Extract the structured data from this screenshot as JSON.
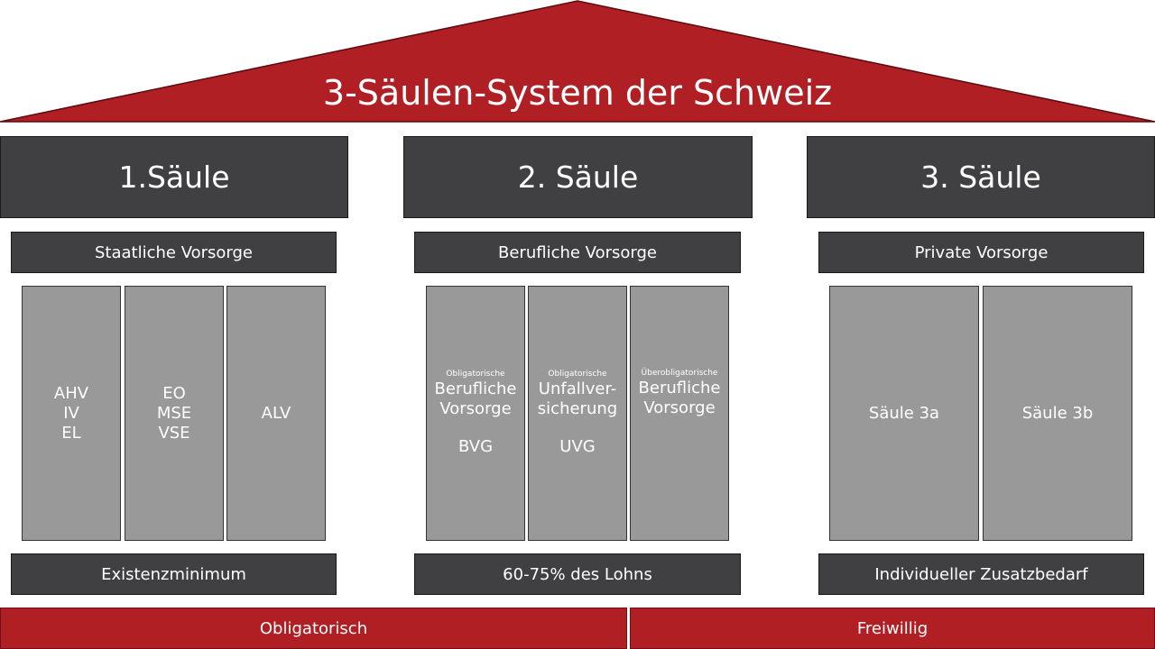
{
  "title": "3-Säulen-System der Schweiz",
  "colors": {
    "red": "#b01f24",
    "dark": "#404042",
    "grey": "#999999"
  },
  "pillars": [
    {
      "name": "1.Säule",
      "subtitle": "Staatliche Vorsorge",
      "columns": [
        {
          "lines": [
            "AHV",
            "IV",
            "EL"
          ]
        },
        {
          "lines": [
            "EO",
            "MSE",
            "VSE"
          ]
        },
        {
          "lines": [
            "ALV"
          ]
        }
      ],
      "footer": "Existenzminimum"
    },
    {
      "name": "2. Säule",
      "subtitle": "Berufliche Vorsorge",
      "columns": [
        {
          "small": "Obligatorische",
          "lines": [
            "Berufliche",
            "Vorsorge"
          ],
          "code": "BVG"
        },
        {
          "small": "Obligatorische",
          "lines": [
            "Unfallver-",
            "sicherung"
          ],
          "code": "UVG"
        },
        {
          "small": "Überobligatorische",
          "lines": [
            "Berufliche",
            "Vorsorge"
          ]
        }
      ],
      "footer": "60-75% des Lohns"
    },
    {
      "name": "3. Säule",
      "subtitle": "Private Vorsorge",
      "columns": [
        {
          "lines": [
            "Säule 3a"
          ]
        },
        {
          "lines": [
            "Säule 3b"
          ]
        }
      ],
      "footer": "Individueller Zusatzbedarf"
    }
  ],
  "bottom": {
    "left": "Obligatorisch",
    "right": "Freiwillig"
  }
}
